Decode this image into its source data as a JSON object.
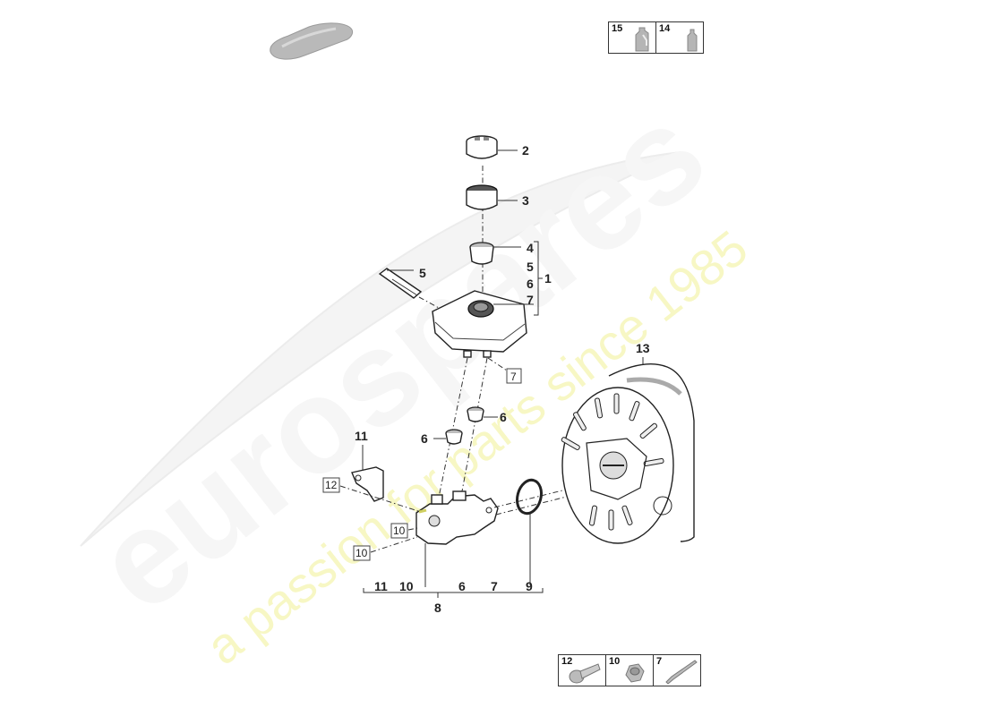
{
  "watermark": {
    "brand": "eurospares",
    "slogan": "a passion for parts since 1985"
  },
  "vehicle_icon": "car-silhouette-icon",
  "top_consumables": [
    {
      "number": "15",
      "icon": "fluid-canister-icon"
    },
    {
      "number": "14",
      "icon": "fluid-bottle-icon"
    }
  ],
  "bottom_hardware": [
    {
      "number": "12",
      "icon": "bolt-icon"
    },
    {
      "number": "10",
      "icon": "hex-nut-icon"
    },
    {
      "number": "7",
      "icon": "pin-icon"
    }
  ],
  "callouts": {
    "cap_2": "2",
    "cap_3": "3",
    "strainer_4": "4",
    "sensor_5": "5",
    "group_1_items": [
      "4",
      "5",
      "6",
      "7"
    ],
    "group_1_label": "1",
    "reservoir_ref_7": "7",
    "booster_13": "13",
    "grommet_6a": "6",
    "grommet_6b": "6",
    "bracket_11": "11",
    "ref_12": "12",
    "ref_10a": "10",
    "ref_10b": "10",
    "seal_9": "9",
    "group_8_items": [
      "11",
      "10",
      "6",
      "7",
      "9"
    ],
    "group_8_label": "8"
  }
}
